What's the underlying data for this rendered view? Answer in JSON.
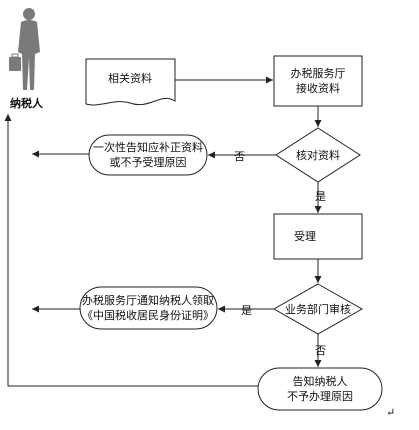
{
  "taxpayer": {
    "label": "纳税人",
    "icon": "person-with-briefcase-icon"
  },
  "nodes": {
    "docs": {
      "label": "相关资料"
    },
    "hall_receive": {
      "lines": [
        "办税服务厅",
        "接收资料"
      ]
    },
    "verify": {
      "label": "核对资料"
    },
    "notify_supplement": {
      "lines": [
        "一次性告知应补正资料",
        "或不予受理原因"
      ]
    },
    "accept": {
      "label": "受理"
    },
    "dept_review": {
      "label": "业务部门审核"
    },
    "notify_pickup": {
      "lines": [
        "办税服务厅通知纳税人领取",
        "《中国税收居民身份证明》"
      ]
    },
    "notify_reject": {
      "lines": [
        "告知纳税人",
        "不予办理原因"
      ]
    }
  },
  "edges": {
    "verify_no": "否",
    "verify_yes": "是",
    "review_yes": "是",
    "review_no": "否"
  },
  "end_mark": "↵",
  "colors": {
    "stroke": "#222222",
    "figure": "#7a7a7a",
    "background": "#ffffff"
  }
}
